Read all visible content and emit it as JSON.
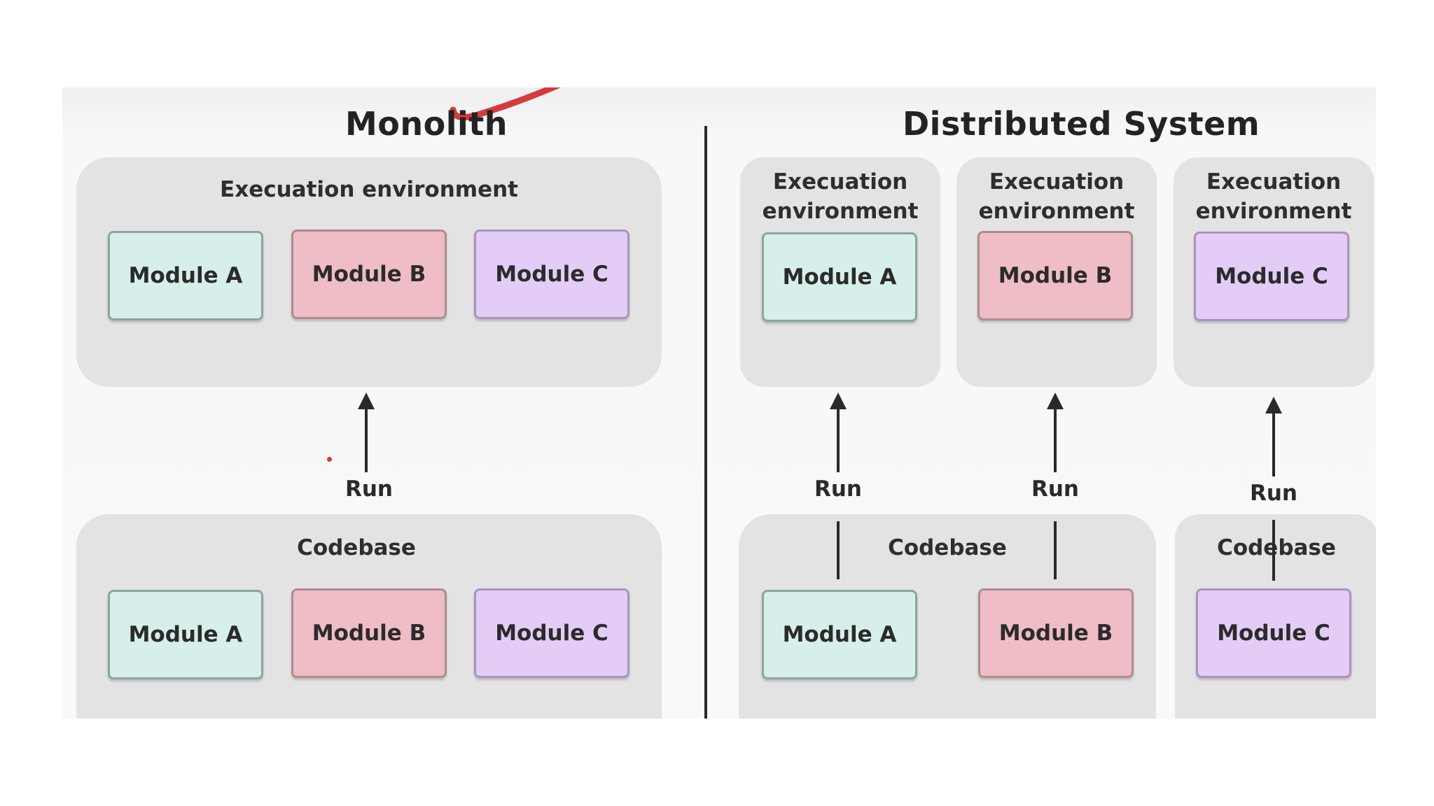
{
  "monolith": {
    "title": "Monolith",
    "execution_env": {
      "label": "Execuation environment",
      "modules": [
        "Module A",
        "Module B",
        "Module C"
      ]
    },
    "run_label": "Run",
    "codebase": {
      "label": "Codebase",
      "modules": [
        "Module A",
        "Module B",
        "Module C"
      ]
    }
  },
  "distributed": {
    "title": "Distributed System",
    "execution_envs": [
      {
        "label_line1": "Execuation",
        "label_line2": "environment",
        "module": "Module A"
      },
      {
        "label_line1": "Execuation",
        "label_line2": "environment",
        "module": "Module B"
      },
      {
        "label_line1": "Execuation",
        "label_line2": "environment",
        "module": "Module C"
      }
    ],
    "run_labels": [
      "Run",
      "Run",
      "Run"
    ],
    "codebases": [
      {
        "label": "Codebase",
        "modules": [
          "Module A",
          "Module B"
        ]
      },
      {
        "label": "Codebase",
        "modules": [
          "Module C"
        ]
      }
    ]
  },
  "colors": {
    "module_a": "#d7efea",
    "module_b": "#efbdc5",
    "module_c": "#e3cdf7",
    "container": "#e3e3e3",
    "annotation_red": "#d43b3b"
  }
}
